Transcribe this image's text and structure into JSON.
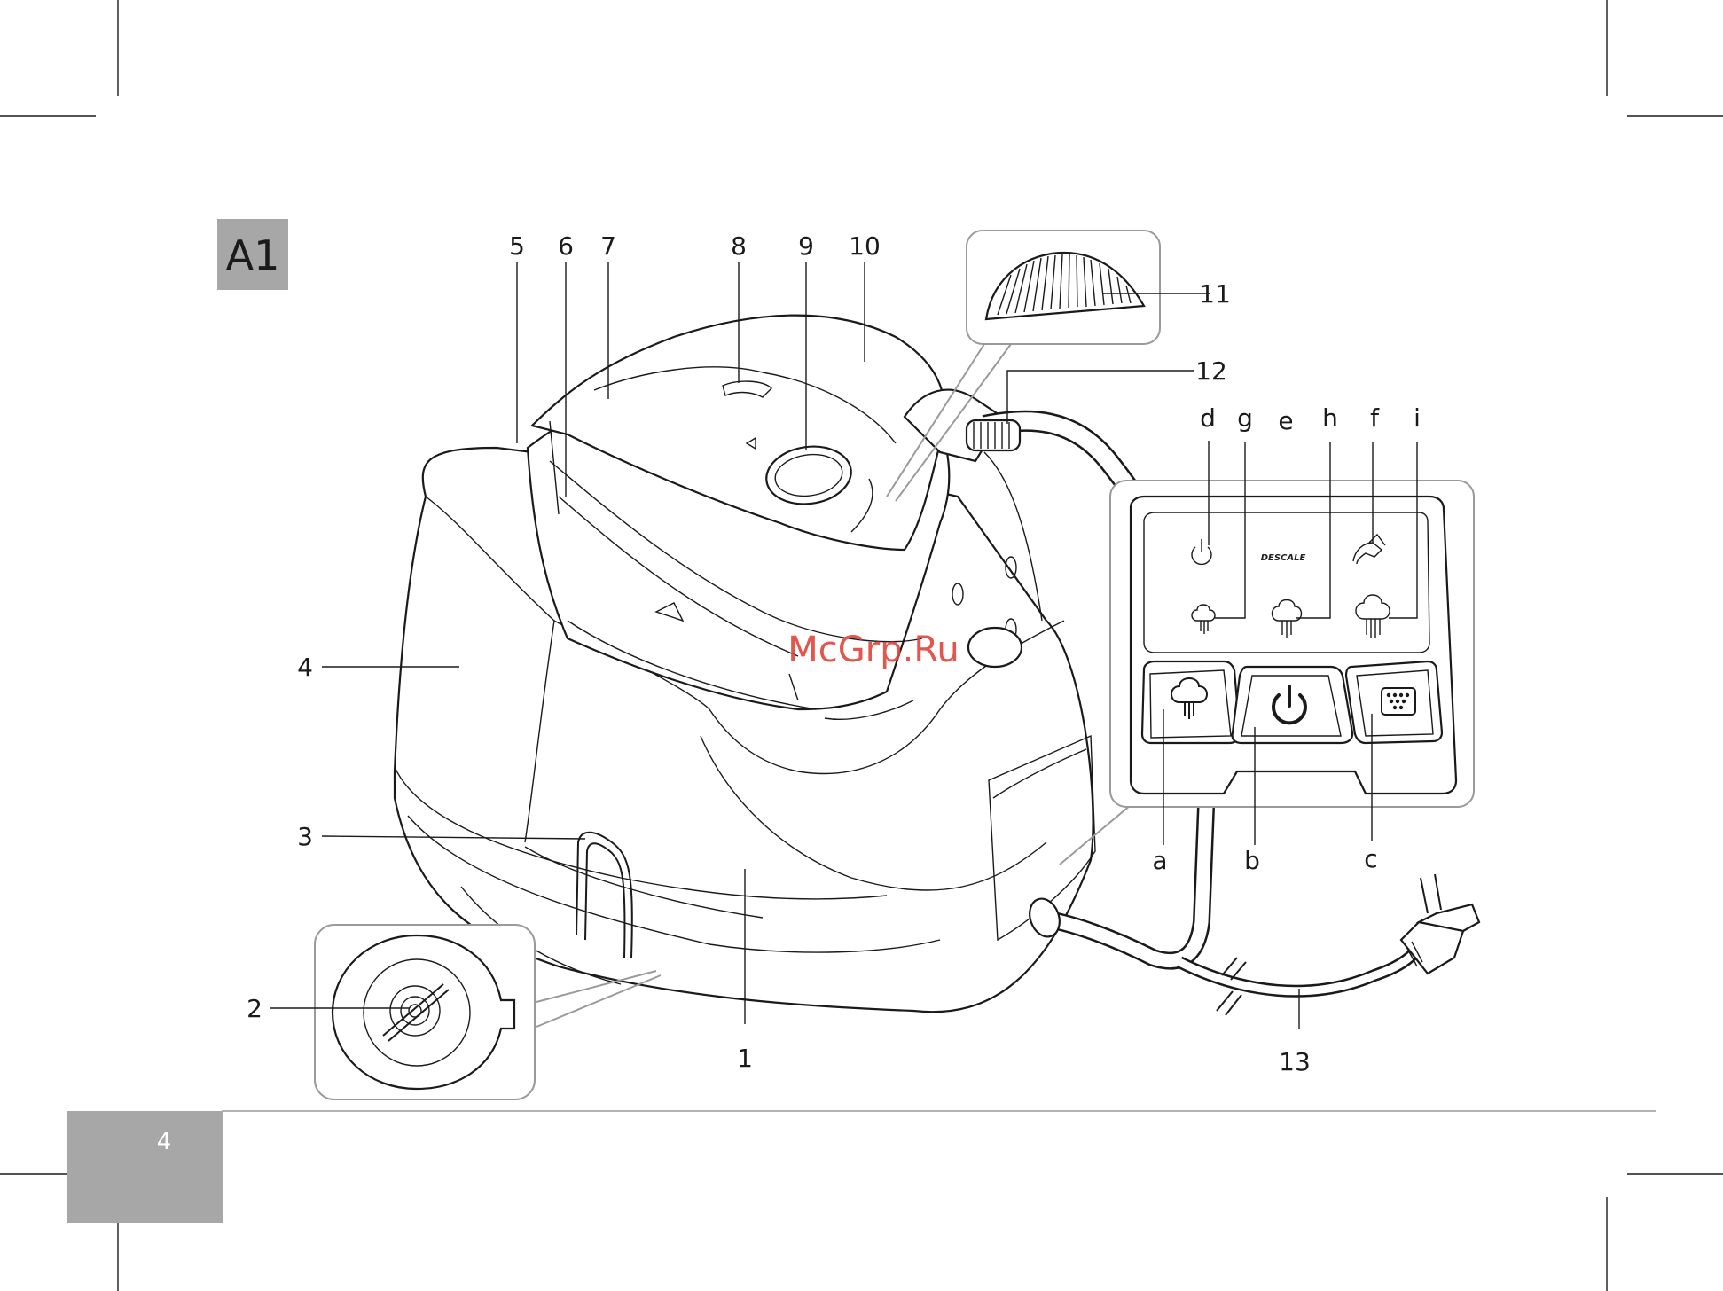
{
  "badge": {
    "text": "A1",
    "color": "#a7a7a7"
  },
  "page_number": {
    "text": "4",
    "color": "#a7a7a7"
  },
  "watermark": {
    "text": "McGrp.Ru",
    "color": "#e0443a"
  },
  "panel": {
    "descale_text": "DESCALE"
  },
  "callouts": {
    "c1": "1",
    "c2": "2",
    "c3": "3",
    "c4": "4",
    "c5": "5",
    "c6": "6",
    "c7": "7",
    "c8": "8",
    "c9": "9",
    "c10": "10",
    "c11": "11",
    "c12": "12",
    "c13": "13",
    "a": "a",
    "b": "b",
    "c": "c",
    "d": "d",
    "e": "e",
    "f": "f",
    "g": "g",
    "h": "h",
    "i": "i"
  },
  "icons": [
    "steam-cloud-icon",
    "power-icon",
    "descale-cartridge-icon",
    "steam-low-icon",
    "steam-mid-icon",
    "steam-high-icon",
    "water-refill-icon",
    "plug-icon"
  ]
}
